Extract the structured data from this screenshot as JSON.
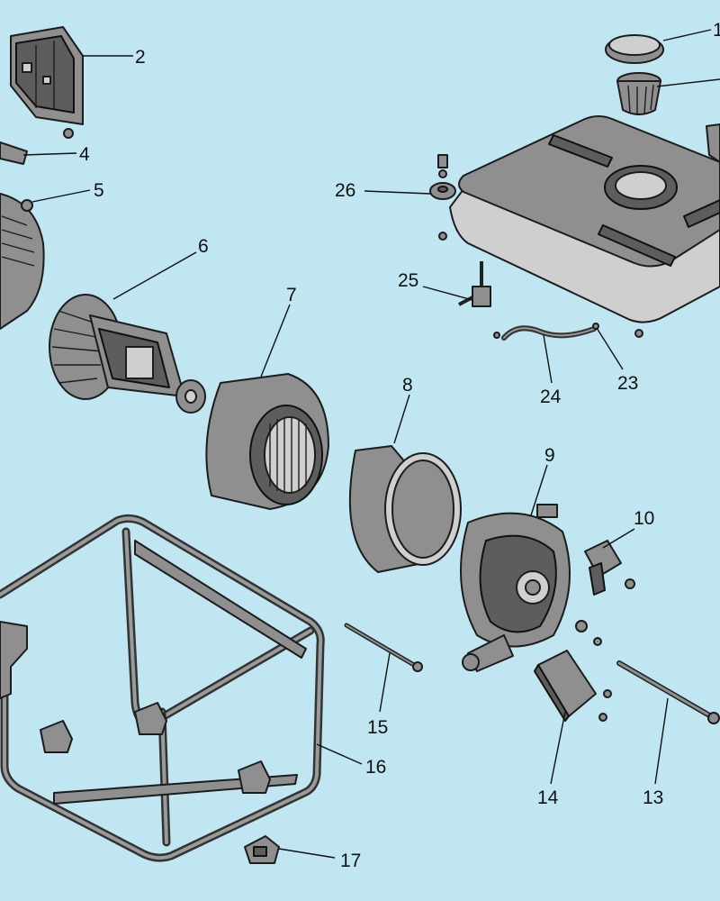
{
  "callouts": [
    {
      "id": "1",
      "label": "1"
    },
    {
      "id": "2",
      "label": "2"
    },
    {
      "id": "4",
      "label": "4"
    },
    {
      "id": "5",
      "label": "5"
    },
    {
      "id": "6",
      "label": "6"
    },
    {
      "id": "7",
      "label": "7"
    },
    {
      "id": "8",
      "label": "8"
    },
    {
      "id": "9",
      "label": "9"
    },
    {
      "id": "10",
      "label": "10"
    },
    {
      "id": "13",
      "label": "13"
    },
    {
      "id": "14",
      "label": "14"
    },
    {
      "id": "15",
      "label": "15"
    },
    {
      "id": "16",
      "label": "16"
    },
    {
      "id": "17",
      "label": "17"
    },
    {
      "id": "23",
      "label": "23"
    },
    {
      "id": "24",
      "label": "24"
    },
    {
      "id": "25",
      "label": "25"
    },
    {
      "id": "26",
      "label": "26"
    }
  ],
  "colors": {
    "background": "#bfe6f1",
    "part_fill": "#8f8f8f",
    "outline": "#1c1c1c"
  }
}
